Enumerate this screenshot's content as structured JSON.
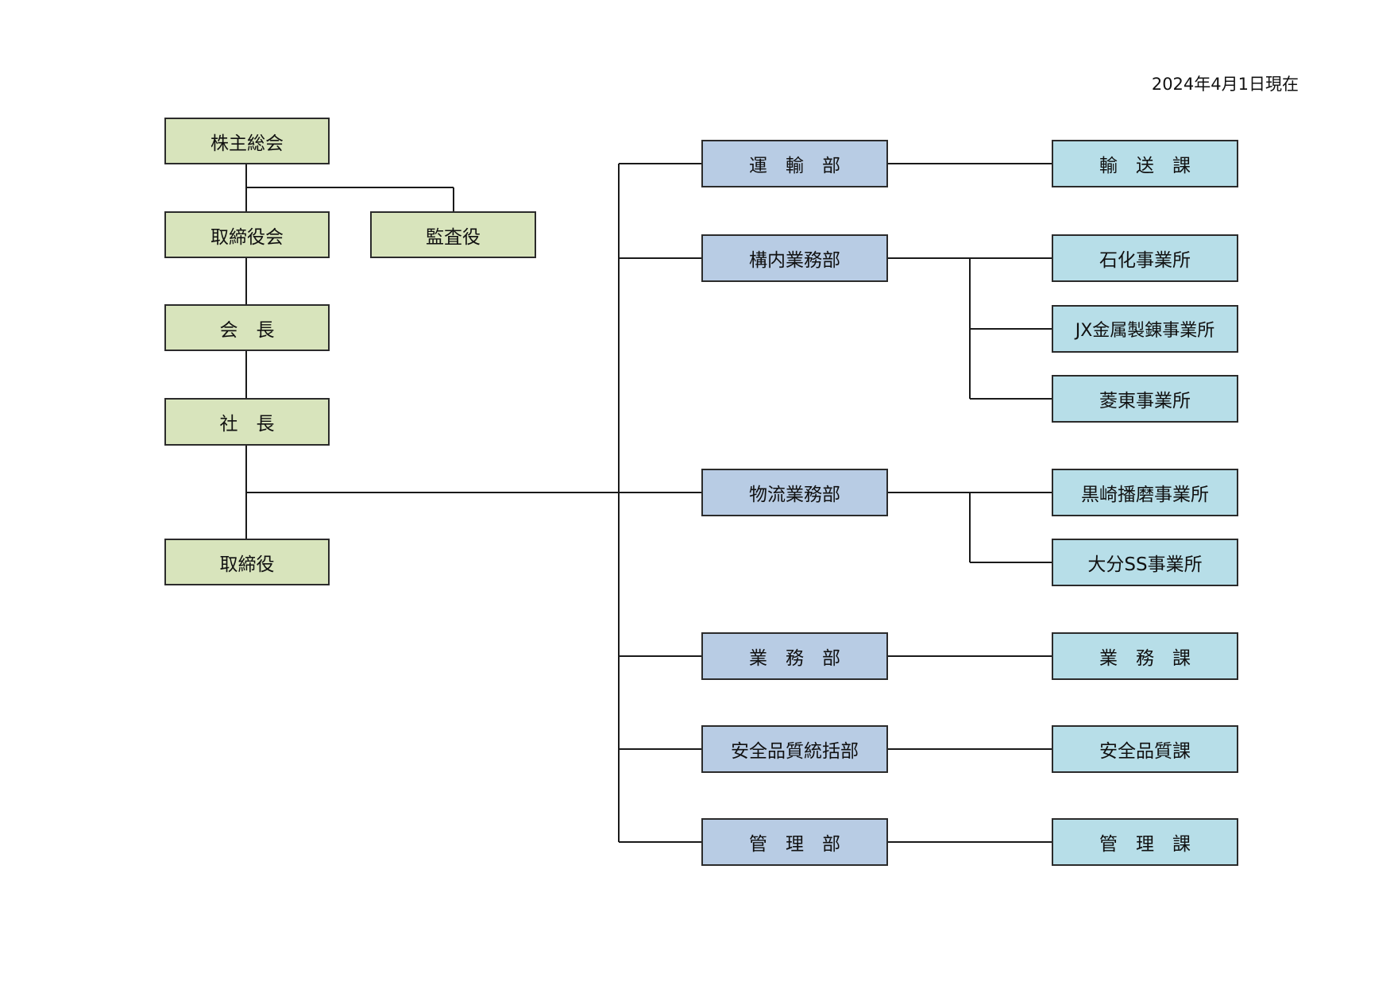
{
  "date_label": "2024年4月1日現在",
  "colors": {
    "executive": "#d8e4bc",
    "department": "#b8cce4",
    "section": "#b7dee8",
    "line": "#1a1a1a"
  },
  "executive": {
    "shareholders": "株主総会",
    "board": "取締役会",
    "auditor": "監査役",
    "chairman": "会　長",
    "president": "社　長",
    "directors": "取締役"
  },
  "departments": [
    {
      "name": "運　輸　部",
      "sections": [
        "輸　送　課"
      ]
    },
    {
      "name": "構内業務部",
      "sections": [
        "石化事業所",
        "JX金属製錬事業所",
        "菱東事業所"
      ]
    },
    {
      "name": "物流業務部",
      "sections": [
        "黒崎播磨事業所",
        "大分SS事業所"
      ]
    },
    {
      "name": "業　務　部",
      "sections": [
        "業　務　課"
      ]
    },
    {
      "name": "安全品質統括部",
      "sections": [
        "安全品質課"
      ]
    },
    {
      "name": "管　理　部",
      "sections": [
        "管　理　課"
      ]
    }
  ]
}
